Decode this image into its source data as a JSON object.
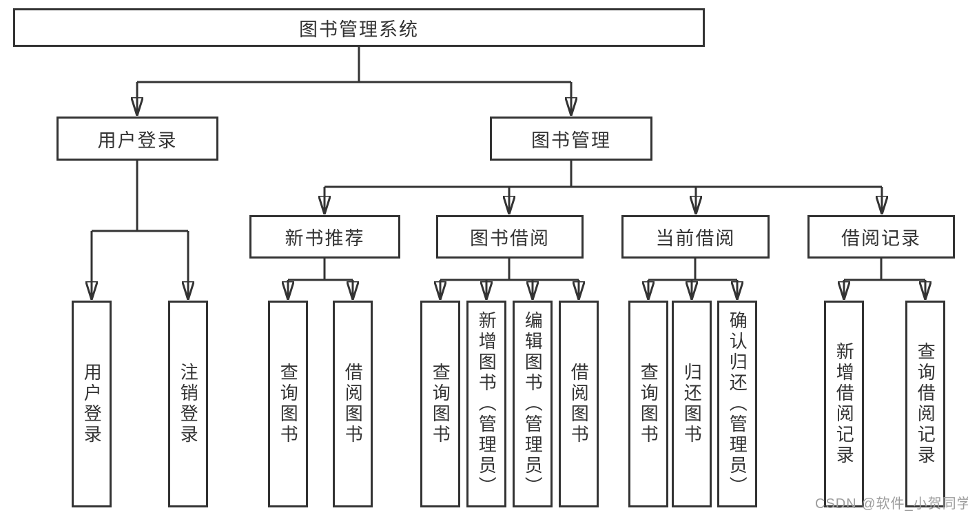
{
  "colors": {
    "line": "#333333",
    "text": "#333333",
    "box_background": "#ffffff",
    "page_background": "#ffffff",
    "watermark": "#9c9c9c"
  },
  "diagram": {
    "type": "hierarchy-tree",
    "root": {
      "label": "图书管理系统"
    },
    "level2": {
      "user_login": {
        "label": "用户登录"
      },
      "book_mgmt": {
        "label": "图书管理"
      }
    },
    "level3": {
      "new_book_rec": {
        "label": "新书推荐"
      },
      "book_borrow": {
        "label": "图书借阅"
      },
      "current_borrow": {
        "label": "当前借阅"
      },
      "borrow_records": {
        "label": "借阅记录"
      }
    },
    "leaves": {
      "user_login": {
        "label": "用户登录",
        "parent": "用户登录"
      },
      "logout": {
        "label": "注销登录",
        "parent": "用户登录"
      },
      "query_book_1": {
        "label": "查询图书",
        "parent": "新书推荐"
      },
      "borrow_book_1": {
        "label": "借阅图书",
        "parent": "新书推荐"
      },
      "query_book_2": {
        "label": "查询图书",
        "parent": "图书借阅"
      },
      "add_book": {
        "label": "新增图书（管理员）",
        "parent": "图书借阅"
      },
      "edit_book": {
        "label": "编辑图书（管理员）",
        "parent": "图书借阅"
      },
      "borrow_book_2": {
        "label": "借阅图书",
        "parent": "图书借阅"
      },
      "query_book_3": {
        "label": "查询图书",
        "parent": "当前借阅"
      },
      "return_book": {
        "label": "归还图书",
        "parent": "当前借阅"
      },
      "confirm_return": {
        "label": "确认归还（管理员）",
        "parent": "当前借阅"
      },
      "add_record": {
        "label": "新增借阅记录",
        "parent": "借阅记录"
      },
      "query_record": {
        "label": "查询借阅记录",
        "parent": "借阅记录"
      }
    }
  },
  "watermark": {
    "text": "CSDN @软件_小贺同学"
  }
}
